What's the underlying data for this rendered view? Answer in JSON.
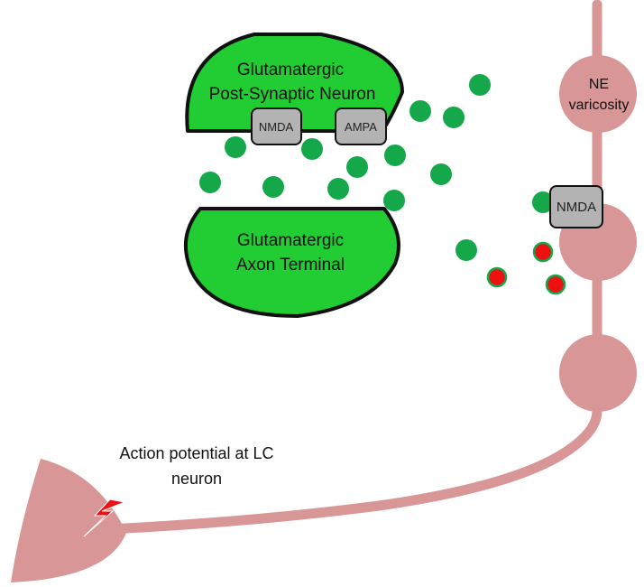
{
  "post_synaptic": {
    "line1": "Glutamatergic",
    "line2": "Post-Synaptic Neuron"
  },
  "axon_terminal": {
    "line1": "Glutamatergic",
    "line2": "Axon Terminal"
  },
  "receptors": {
    "nmda_left": "NMDA",
    "ampa": "AMPA",
    "nmda_right": "NMDA"
  },
  "varicosity": {
    "line1": "NE",
    "line2": "varicosity"
  },
  "action_potential": {
    "line1": "Action potential at LC",
    "line2": "neuron"
  },
  "colors": {
    "glutamate_green": "#22cc33",
    "vesicle_green": "#14a84a",
    "ne_red": "#ee1111",
    "neuron_pink": "#d99696",
    "receptor_gray": "#b3b3b3",
    "lightning_red": "#ee1111"
  },
  "icons": {
    "action_potential_marker": "lightning-bolt-icon"
  }
}
